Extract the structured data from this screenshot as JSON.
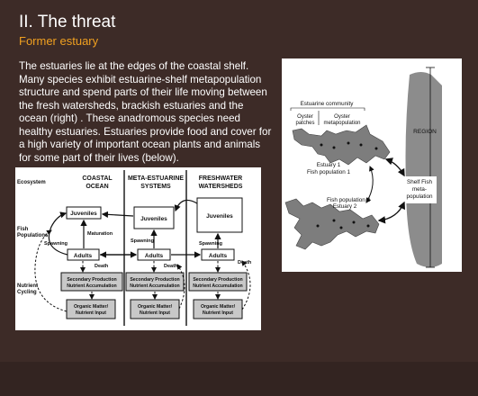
{
  "slide": {
    "title": "II. The threat",
    "subtitle": "Former estuary",
    "body": "The estuaries lie at the edges of the coastal shelf. Many species exhibit estuarine-shelf metapopulation structure and spend parts of their life moving between the fresh watersheds, brackish estuaries and the ocean (right) . These anadromous species need healthy estuaries. Estuaries provide food and cover for a high variety of important ocean plants and animals for some part of their lives (below)."
  },
  "colors": {
    "background": "#3d2b27",
    "accent": "#f0a020",
    "text": "#ffffff"
  },
  "lifecycle": {
    "row_labels": {
      "ecosystem": "Ecosystem",
      "fish1": "Fish",
      "fish2": "Populations",
      "nut1": "Nutrient",
      "nut2": "Cycling"
    },
    "columns": {
      "coastal_1": "COASTAL",
      "coastal_2": "OCEAN",
      "meta_1": "META-ESTUARINE",
      "meta_2": "SYSTEMS",
      "fresh_1": "FRESHWATER",
      "fresh_2": "WATERSHEDS"
    },
    "stage": {
      "juveniles": "Juveniles",
      "adults": "Adults"
    },
    "arrow": {
      "maturation": "Maturation",
      "spawning": "Spawning",
      "death": "Death"
    },
    "production_1": "Secondary Production",
    "production_2": "Nutrient Accumulation",
    "organic_1": "Organic Matter/",
    "organic_2": "Nutrient Input"
  },
  "map": {
    "estuarine_community": "Estuarine community",
    "oyster_patches_1": "Oyster",
    "oyster_patches_2": "patches",
    "oyster_meta_1": "Oyster",
    "oyster_meta_2": "metapopulation",
    "estuary1": "Estuary 1",
    "fish1": "Fish population 1",
    "fish2": "Fish population 2",
    "estuary2": "Estuary 2",
    "region": "REGION",
    "shelf_1": "Shelf Fish",
    "shelf_2": "meta-",
    "shelf_3": "population"
  }
}
